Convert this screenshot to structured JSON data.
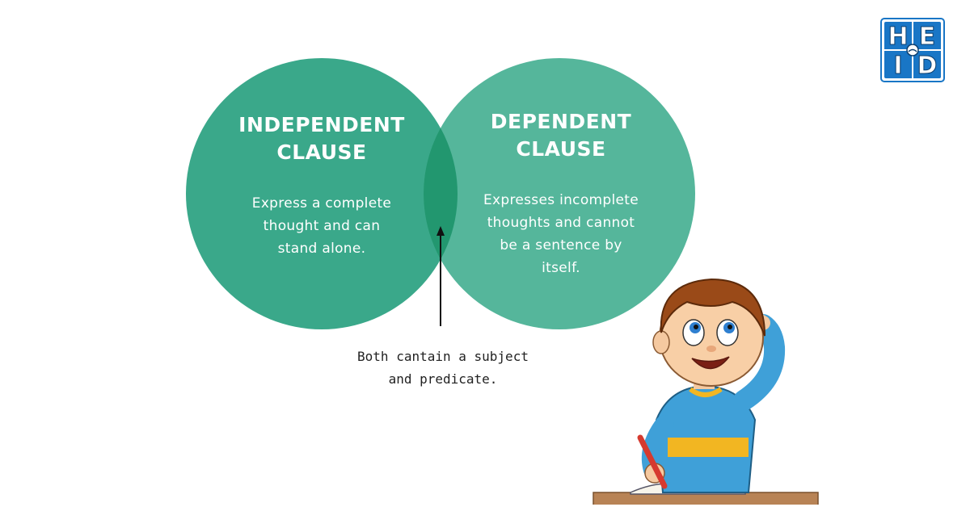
{
  "colors": {
    "left_circle": "#3aa88a",
    "right_circle": "#55b69b",
    "overlap": "#22976f",
    "arrow": "#111111",
    "logo_blue": "#1976c6"
  },
  "left_circle": {
    "heading": [
      "INDEPENDENT",
      "CLAUSE"
    ],
    "description": [
      "Express a complete",
      "thought and can",
      "stand alone."
    ]
  },
  "right_circle": {
    "heading": [
      "DEPENDENT",
      "CLAUSE"
    ],
    "description": [
      "Expresses incomplete",
      "thoughts and cannot",
      "be a sentence by",
      "itself."
    ]
  },
  "overlap_note": [
    "Both cantain a subject",
    "and predicate."
  ],
  "logo": {
    "letters": [
      "H",
      "E",
      "I",
      "D"
    ]
  }
}
